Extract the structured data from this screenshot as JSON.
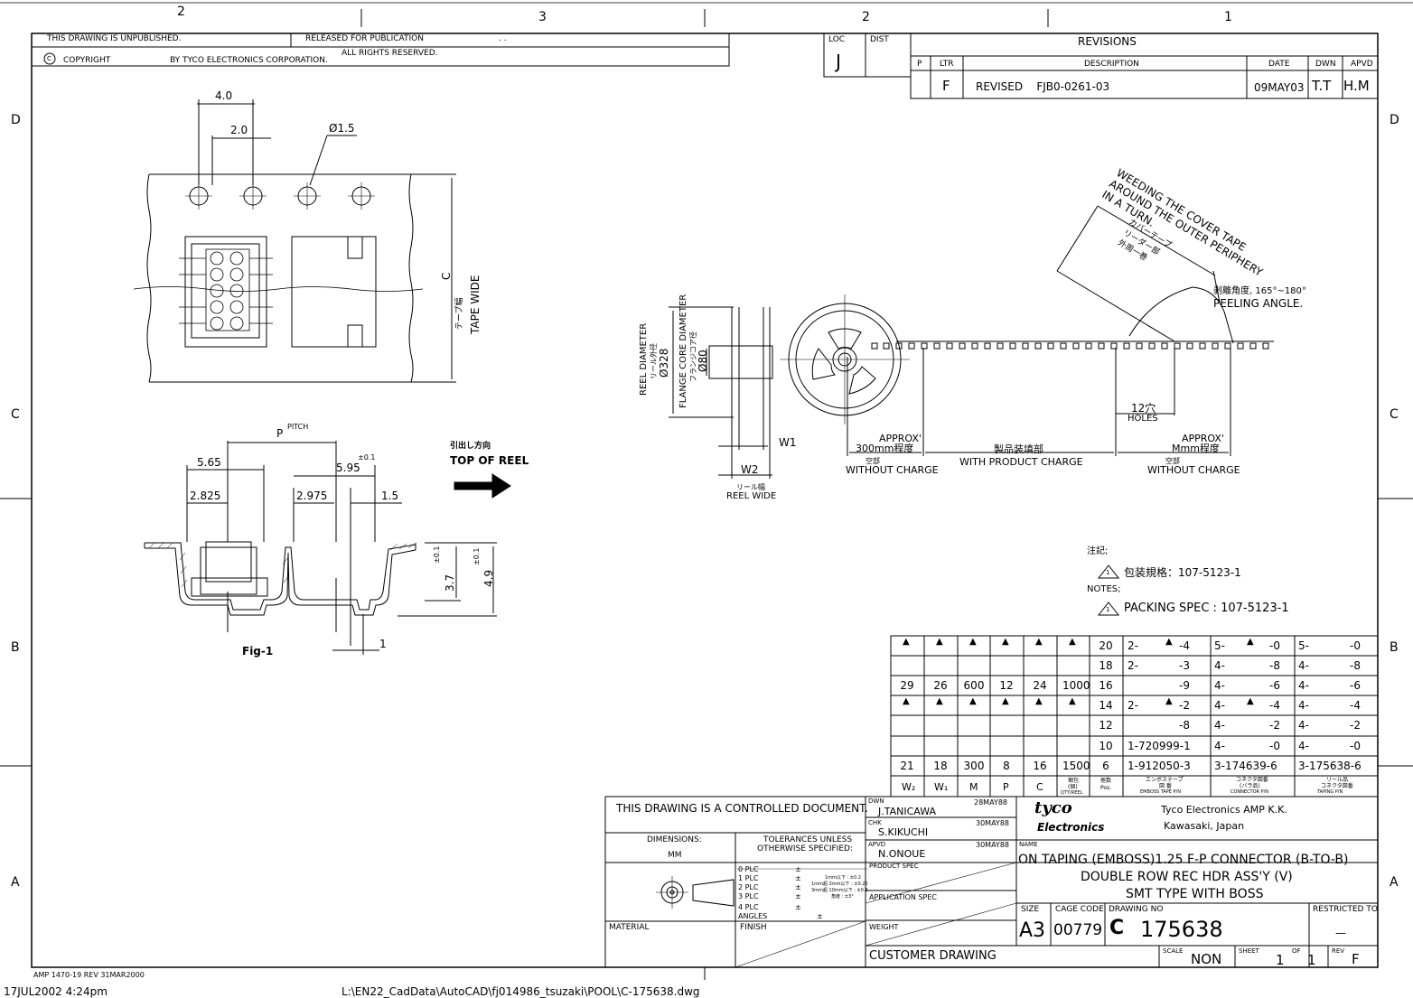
{
  "zones": {
    "top": [
      "2",
      "3",
      "2",
      "1"
    ],
    "left": [
      "D",
      "C",
      "B",
      "A"
    ],
    "right": [
      "D",
      "C",
      "B",
      "A"
    ]
  },
  "header": {
    "unpublished": "THIS DRAWING IS UNPUBLISHED.",
    "released": "RELEASED FOR PUBLICATION",
    "released_dots": ". .",
    "copyright": "COPYRIGHT",
    "copyright_symbol": "C",
    "by": "BY TYCO ELECTRONICS CORPORATION.",
    "rights": "ALL RIGHTS RESERVED.",
    "loc_label": "LOC",
    "loc_value": "J",
    "dist_label": "DIST"
  },
  "revisions": {
    "title": "REVISIONS",
    "headers": [
      "P",
      "LTR",
      "DESCRIPTION",
      "DATE",
      "DWN",
      "APVD"
    ],
    "row": {
      "p": "",
      "ltr": "F",
      "description": "REVISED    FJB0-0261-03",
      "date": "09MAY03",
      "dwn": "T.T",
      "apvd": "H.M"
    }
  },
  "tape_view": {
    "dim_4": "4.0",
    "dim_2": "2.0",
    "hole": "Ø1.5",
    "c_label": "C",
    "tape_wide_jp": "テープ幅",
    "tape_wide": "TAPE WIDE"
  },
  "section_view": {
    "pitch_p": "P",
    "pitch": "PITCH",
    "d565": "5.65",
    "d595": "5.95",
    "d595_tol": "±0.1",
    "d2825": "2.825",
    "d2975": "2.975",
    "d15": "1.5",
    "d37": "3.7",
    "d37_tol": "±0.1",
    "d49": "4.9",
    "d49_tol": "±0.1",
    "d1": "1",
    "fig": "Fig-1",
    "direction_jp": "引出し方向",
    "direction": "TOP OF REEL"
  },
  "reel": {
    "reel_diameter": "REEL DIAMETER",
    "reel_diameter_jp": "リール外径",
    "reel_diameter_val": "Ø328",
    "flange": "FLANGE CORE DIAMETER",
    "flange_jp": "フランジコア径",
    "flange_val": "Ø80",
    "w1": "W1",
    "w2": "W2",
    "reel_wide_jp": "リール幅",
    "reel_wide": "REEL WIDE",
    "weeding": [
      "WEEDING THE COVER TAPE",
      "AROUND THE OUTER PERIPHERY",
      "IN A TURN."
    ],
    "cover_jp": [
      "カバーテープ",
      "リーダー部",
      "外周一巻"
    ],
    "peeling_jp": "剥離角度, 165°~180°",
    "peeling": "PEELING ANGLE.",
    "holes_jp": "12穴",
    "holes": "HOLES",
    "approx1": "APPROX'",
    "approx1_val": "300mm程度",
    "empty1_jp": "空部",
    "without1": "WITHOUT CHARGE",
    "product_jp": "製品装填部",
    "with_product": "WITH PRODUCT CHARGE",
    "approx2": "APPROX'",
    "approx2_val": "Mmm程度",
    "empty2_jp": "空部",
    "without2": "WITHOUT CHARGE"
  },
  "notes": {
    "jp_title": "注記;",
    "jp_line": "包装規格：107-5123-1",
    "title": "NOTES;",
    "line": "PACKING SPEC : 107-5123-1",
    "flag": "1"
  },
  "table": {
    "rows": [
      {
        "w2": "",
        "w1": "",
        "m": "",
        "p": "",
        "c": "",
        "qty": "",
        "pos": "20",
        "emb": "2-",
        "emb_s": "-4",
        "conn": "5-",
        "conn_s": "-0",
        "tap": "5-",
        "tap_s": "-0",
        "arrows": true
      },
      {
        "w2": "",
        "w1": "",
        "m": "",
        "p": "",
        "c": "",
        "qty": "",
        "pos": "18",
        "emb": "2-",
        "emb_s": "-3",
        "conn": "4-",
        "conn_s": "-8",
        "tap": "4-",
        "tap_s": "-8",
        "arrows": false
      },
      {
        "w2": "29",
        "w1": "26",
        "m": "600",
        "p": "12",
        "c": "24",
        "qty": "1000",
        "pos": "16",
        "emb": "",
        "emb_s": "-9",
        "conn": "4-",
        "conn_s": "-6",
        "tap": "4-",
        "tap_s": "-6",
        "arrows": false
      },
      {
        "w2": "",
        "w1": "",
        "m": "",
        "p": "",
        "c": "",
        "qty": "",
        "pos": "14",
        "emb": "2-",
        "emb_s": "-2",
        "conn": "4-",
        "conn_s": "-4",
        "tap": "4-",
        "tap_s": "-4",
        "arrows": true
      },
      {
        "w2": "",
        "w1": "",
        "m": "",
        "p": "",
        "c": "",
        "qty": "",
        "pos": "12",
        "emb": "",
        "emb_s": "-8",
        "conn": "4-",
        "conn_s": "-2",
        "tap": "4-",
        "tap_s": "-2",
        "arrows": false
      },
      {
        "w2": "",
        "w1": "",
        "m": "",
        "p": "",
        "c": "",
        "qty": "",
        "pos": "10",
        "emb": "1-720999-1",
        "emb_s": "",
        "conn": "4-",
        "conn_s": "-0",
        "tap": "4-",
        "tap_s": "-0",
        "arrows": false
      },
      {
        "w2": "21",
        "w1": "18",
        "m": "300",
        "p": "8",
        "c": "16",
        "qty": "1500",
        "pos": "6",
        "emb": "1-912050-3",
        "emb_s": "",
        "conn": "3-174639-6",
        "conn_s": "",
        "tap": "3-175638-6",
        "tap_s": "",
        "arrows": false
      }
    ],
    "headers": {
      "w2": "W₂",
      "w1": "W₁",
      "m": "M",
      "p": "P",
      "c": "C",
      "qty_jp": "梱包",
      "qty_sub": "(個)",
      "qty": "QTY/REEL",
      "pos_jp": "極数",
      "pos": "Pos.",
      "emb_jp": "エンボステープ",
      "emb_jp2": "図 番",
      "emb": "EMBOSS TAPE P/N",
      "conn_jp": "コネクタ図番",
      "conn_jp2": "(バラ品)",
      "conn": "CONNECTOR P/N",
      "tap_jp": "リール品",
      "tap_jp2": "コネクタ図番",
      "tap": "TAPING P/N"
    }
  },
  "title_block": {
    "controlled": "THIS DRAWING IS A CONTROLLED DOCUMENT.",
    "dimensions": "DIMENSIONS:",
    "mm": "MM",
    "tolerances": "TOLERANCES UNLESS",
    "otherwise": "OTHERWISE SPECIFIED:",
    "plc": [
      "0 PLC",
      "1 PLC",
      "2 PLC",
      "3 PLC",
      "4 PLC",
      "ANGLES"
    ],
    "pm": "±",
    "tol_values": [
      "1mm以下 : ±0.2",
      "1mm超 3mm以下 : ±0.25",
      "3mm超 10mm以下 : ±0.3",
      "角度 : ±3°"
    ],
    "material": "MATERIAL",
    "finish": "FINISH",
    "dwn_label": "DWN",
    "dwn_name": "J.TANICAWA",
    "dwn_date": "28MAY88",
    "chk_label": "CHK",
    "chk_name": "S.KIKUCHI",
    "chk_date": "30MAY88",
    "apvd_label": "APVD",
    "apvd_name": "N.ONOUE",
    "apvd_date": "30MAY88",
    "product_spec": "PRODUCT SPEC",
    "application_spec": "APPLICATION SPEC",
    "weight": "WEIGHT",
    "customer": "CUSTOMER DRAWING",
    "logo_1": "tyco",
    "logo_2": "Electronics",
    "company": "Tyco Electronics AMP K.K.",
    "city": "Kawasaki, Japan",
    "name_label": "NAME",
    "name_lines": [
      "ON TAPING (EMBOSS)1.25 F-P CONNECTOR (B-TO-B)",
      "DOUBLE ROW REC HDR ASS'Y (V)",
      "SMT TYPE WITH BOSS"
    ],
    "size_label": "SIZE",
    "size": "A3",
    "cage_label": "CAGE CODE",
    "cage": "00779",
    "drawing_no_label": "DRAWING NO",
    "drawing_no": "175638",
    "drawing_prefix": "C",
    "restricted": "RESTRICTED TO",
    "restricted_val": "—",
    "scale_label": "SCALE",
    "scale": "NON",
    "sheet_label": "SHEET",
    "sheet": "1",
    "of": "OF",
    "sheet_of": "1",
    "rev_label": "REV",
    "rev": "F"
  },
  "footer": {
    "form": "AMP 1470-19 REV 31MAR2000",
    "timestamp": "17JUL2002 4:24pm",
    "path": "L:\\EN22_CadData\\AutoCAD\\fj014986_tsuzaki\\POOL\\C-175638.dwg"
  }
}
